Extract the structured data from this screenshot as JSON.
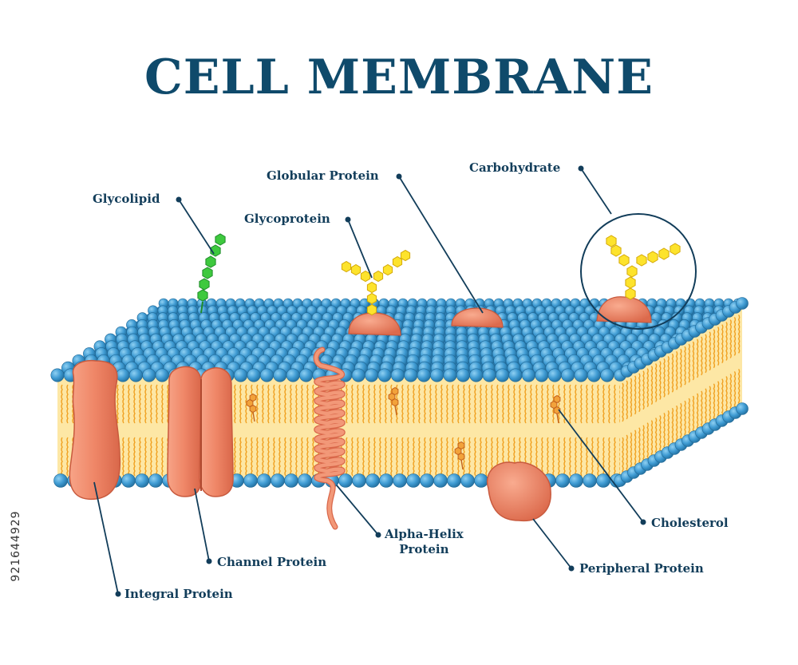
{
  "title": "CELL MEMBRANE",
  "labels": {
    "glycolipid": "Glycolipid",
    "globular_protein": "Globular Protein",
    "carbohydrate": "Carbohydrate",
    "glycoprotein": "Glycoprotein",
    "cholesterol": "Cholesterol",
    "channel_protein": "Channel Protein",
    "alpha_helix_line1": "Alpha-Helix",
    "alpha_helix_line2": "Protein",
    "peripheral_protein": "Peripheral Protein",
    "integral_protein": "Integral Protein"
  },
  "stock_id": "921644929",
  "colors": {
    "title": "#0f4a6b",
    "label": "#123d5a",
    "phospholipid_head": "#4aa3d6",
    "phospholipid_head_dark": "#2f7fb4",
    "lipid_tail": "#f0a020",
    "membrane_core": "#fde7a5",
    "protein": "#f08a6c",
    "protein_dark": "#d9674a",
    "carbohydrate": "#fde32c",
    "glycolipid": "#3ec93e"
  }
}
